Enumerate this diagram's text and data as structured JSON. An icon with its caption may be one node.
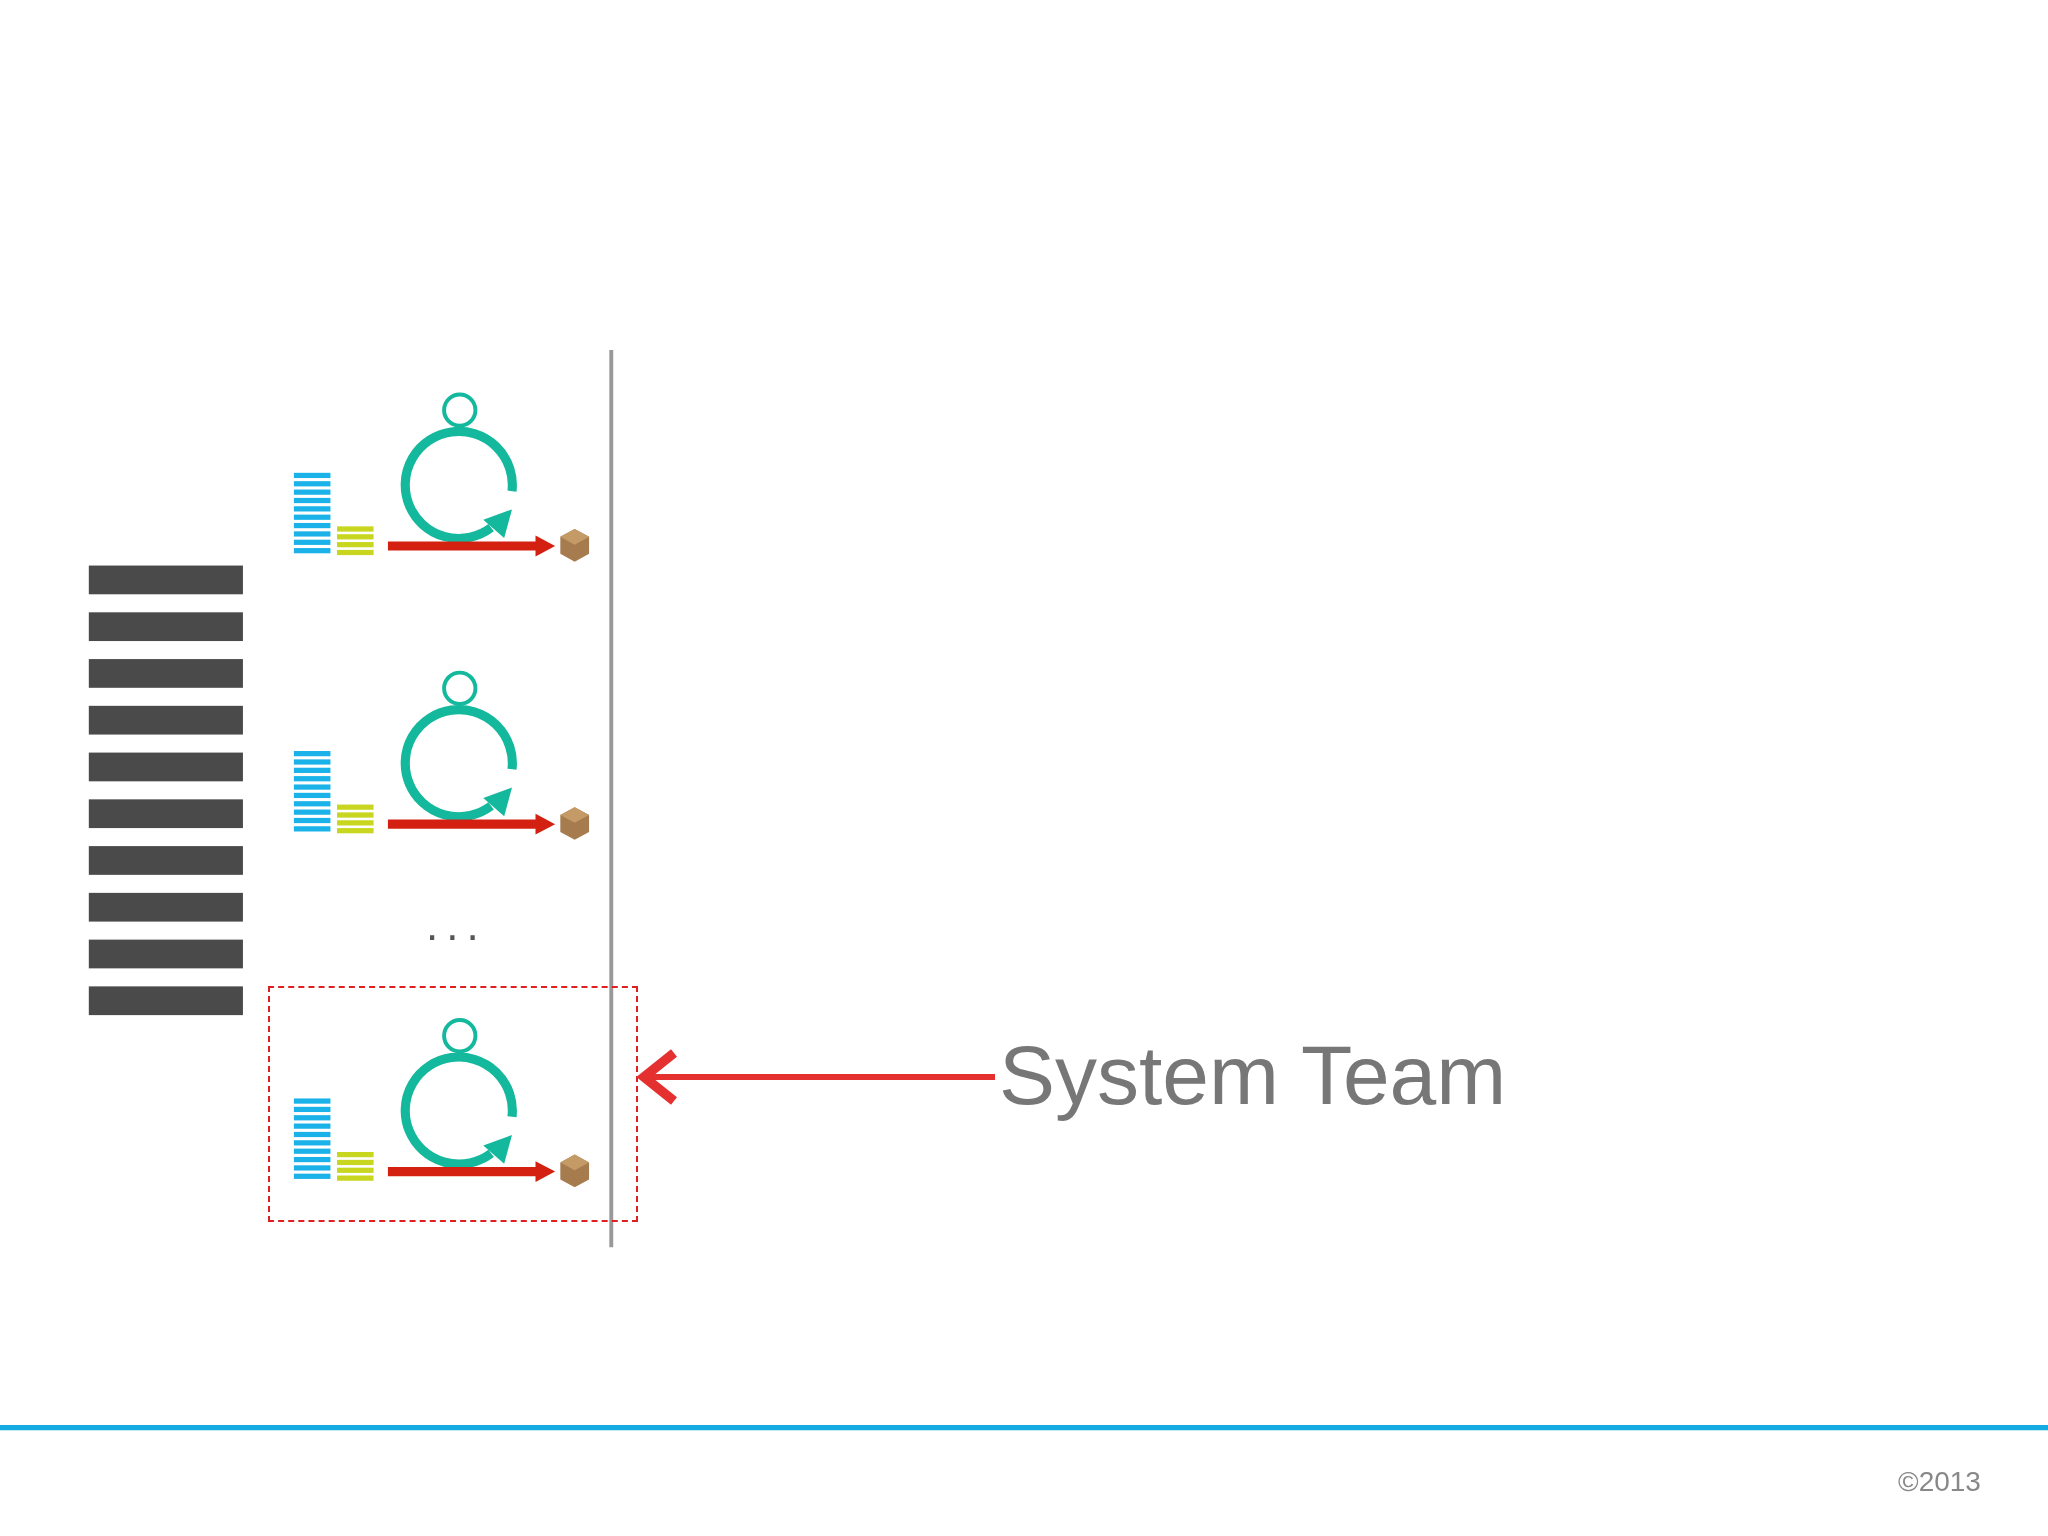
{
  "diagram": {
    "nodes": [
      {
        "text": [],
        "shape": "box"
      },
      {
        "text": [
          "System Team"
        ]
      }
    ],
    "edges": [
      {
        "from": 1,
        "to": 0,
        "arrow": "to"
      }
    ],
    "labels": [
      "...",
      "©2013"
    ]
  }
}
